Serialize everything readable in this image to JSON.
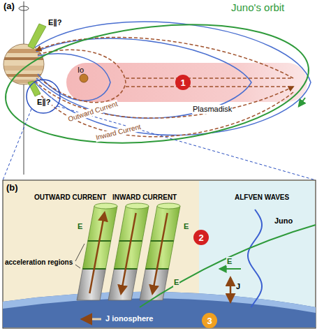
{
  "diagram": {
    "nodes": [
      {
        "text": [
          "1"
        ]
      },
      {
        "text": [
          "2"
        ]
      },
      {
        "text": [
          "3"
        ]
      }
    ],
    "labels": [
      "(a)",
      "Juno's orbit",
      "E∥?",
      "E∥?",
      "Io",
      "Outward Current",
      "Inward Current",
      "Plasmadisk",
      "(b)",
      "OUTWARD CURRENT",
      "INWARD CURRENT",
      "ALFVEN WAVES",
      "Juno",
      "E",
      "E",
      "E",
      "E",
      "J",
      "acceleration regions",
      "J ionosphere"
    ]
  }
}
